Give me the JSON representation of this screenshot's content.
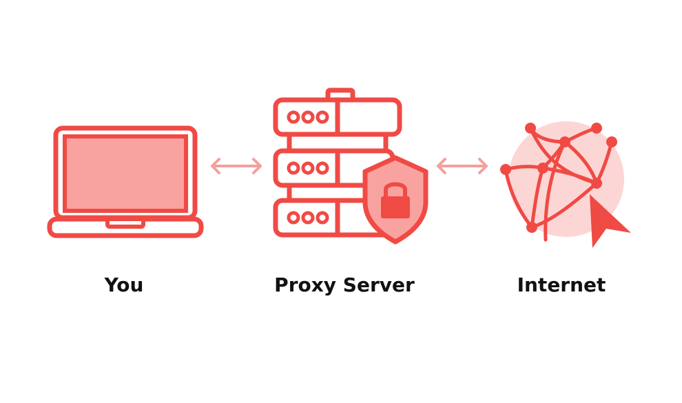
{
  "colors": {
    "primary": "#f04a45",
    "light": "#f9a3a0",
    "pale": "#fcd6d5",
    "arrow": "#f2a19d",
    "text": "#111111",
    "background": "#ffffff"
  },
  "nodes": [
    {
      "id": "you",
      "label": "You",
      "icon": "laptop-icon"
    },
    {
      "id": "proxy",
      "label": "Proxy Server",
      "icon": "server-with-shield-lock-icon"
    },
    {
      "id": "internet",
      "label": "Internet",
      "icon": "globe-network-cursor-icon"
    }
  ],
  "connections": [
    {
      "from": "you",
      "to": "proxy",
      "direction": "bidirectional"
    },
    {
      "from": "proxy",
      "to": "internet",
      "direction": "bidirectional"
    }
  ]
}
